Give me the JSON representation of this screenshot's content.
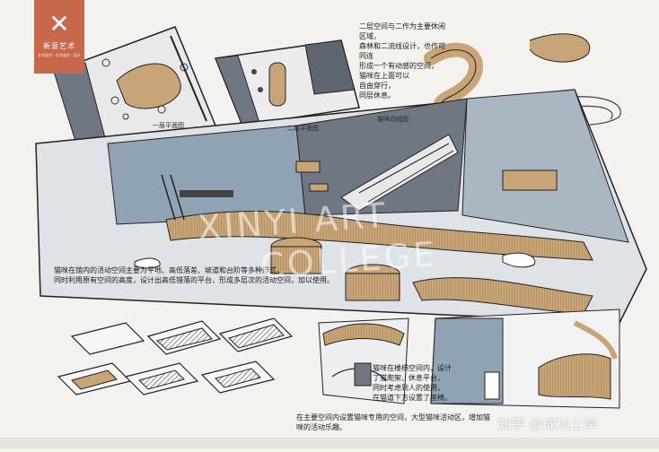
{
  "logo": {
    "mark": "✕",
    "name": "新意艺术",
    "sub": "艺术留学 · 艺术留学 · 设计"
  },
  "labels": {
    "plan1": "一层平面图",
    "plan2": "二层平面图",
    "cat_plan": "猫咪动线图"
  },
  "notes": {
    "top_right": "二层空间与二作为主要休闲区域，\n森林和二流线设计，也作可同连\n形成一个有动感的空间，\n猫咪在上面可以\n自由穿行，\n同层休息。",
    "middle": "猫咪在馆内的活动空间主要为平地、高低落差、坡道和台阶等多种形式，\n同时利用原有空间的高度，设计出高低错落的平台，形成多层次的活动空间，加以使用。",
    "bottom_right": "猫咪在楼梯空间内，设计\n了猫爬架、休息平台，\n同时考虑到人的使用，\n在猫道下方设置了座椅。",
    "bottom_center": "在主要空间内设置猫咪专用的空间，大型猫咪活动区，增加猫咪的活动乐趣。"
  },
  "watermark": {
    "center": "XINYI ART",
    "center2": "COLLEGE",
    "corner": "知乎 @成功上岸"
  },
  "colors": {
    "accent": "#c8684b",
    "ink": "#1c1c1c",
    "marker_gray": "#6f7882",
    "marker_blue": "#8fa3b4",
    "wood": "#c8a577"
  }
}
